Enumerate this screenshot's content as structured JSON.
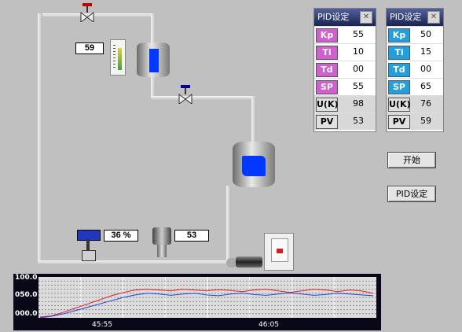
{
  "readouts": {
    "level_indicator": "59",
    "valve_opening": "36 %",
    "flow_meter": "53"
  },
  "pid_panel_1": {
    "title": "PID设定",
    "rows": [
      {
        "label": "Kp",
        "value": "55",
        "label_color": "#d060d0"
      },
      {
        "label": "Ti",
        "value": "10",
        "label_color": "#d060d0"
      },
      {
        "label": "Td",
        "value": "00",
        "label_color": "#d060d0"
      },
      {
        "label": "SP",
        "value": "55",
        "label_color": "#d060d0"
      },
      {
        "label": "U(K)",
        "value": "98",
        "label_color": "#e0e0e0"
      },
      {
        "label": "PV",
        "value": "53",
        "label_color": "#e0e0e0"
      }
    ]
  },
  "pid_panel_2": {
    "title": "PID设定",
    "rows": [
      {
        "label": "Kp",
        "value": "50",
        "label_color": "#20a0e0"
      },
      {
        "label": "Ti",
        "value": "15",
        "label_color": "#20a0e0"
      },
      {
        "label": "Td",
        "value": "00",
        "label_color": "#20a0e0"
      },
      {
        "label": "SP",
        "value": "65",
        "label_color": "#20a0e0"
      },
      {
        "label": "U(K)",
        "value": "76",
        "label_color": "#e0e0e0"
      },
      {
        "label": "PV",
        "value": "59",
        "label_color": "#e0e0e0"
      }
    ]
  },
  "buttons": {
    "start": "开始",
    "pid_settings": "PID设定"
  },
  "trend": {
    "y_labels": [
      "100.0",
      "050.0",
      "000.0"
    ],
    "x_labels": [
      "45:55",
      "46:05"
    ]
  },
  "chart_data": {
    "type": "line",
    "xlabel": "",
    "ylabel": "",
    "ylim": [
      0,
      100
    ],
    "x_ticks": [
      "45:55",
      "46:05"
    ],
    "series": [
      {
        "color": "#e02020",
        "values": [
          2,
          5,
          14,
          24,
          34,
          44,
          54,
          62,
          68,
          70,
          68,
          66,
          70,
          68,
          66,
          69,
          67,
          64,
          68,
          70,
          66,
          62,
          66,
          70,
          68,
          64,
          68,
          66,
          60
        ]
      },
      {
        "color": "#2040e0",
        "values": [
          0,
          4,
          10,
          18,
          26,
          34,
          42,
          50,
          56,
          60,
          58,
          55,
          58,
          60,
          56,
          54,
          58,
          60,
          57,
          55,
          58,
          61,
          58,
          55,
          57,
          60,
          58,
          56,
          54
        ]
      }
    ],
    "colors": {
      "background": "#c0c0c0",
      "trend_bg": "#dcdcdc",
      "water": "#0038ff"
    }
  }
}
